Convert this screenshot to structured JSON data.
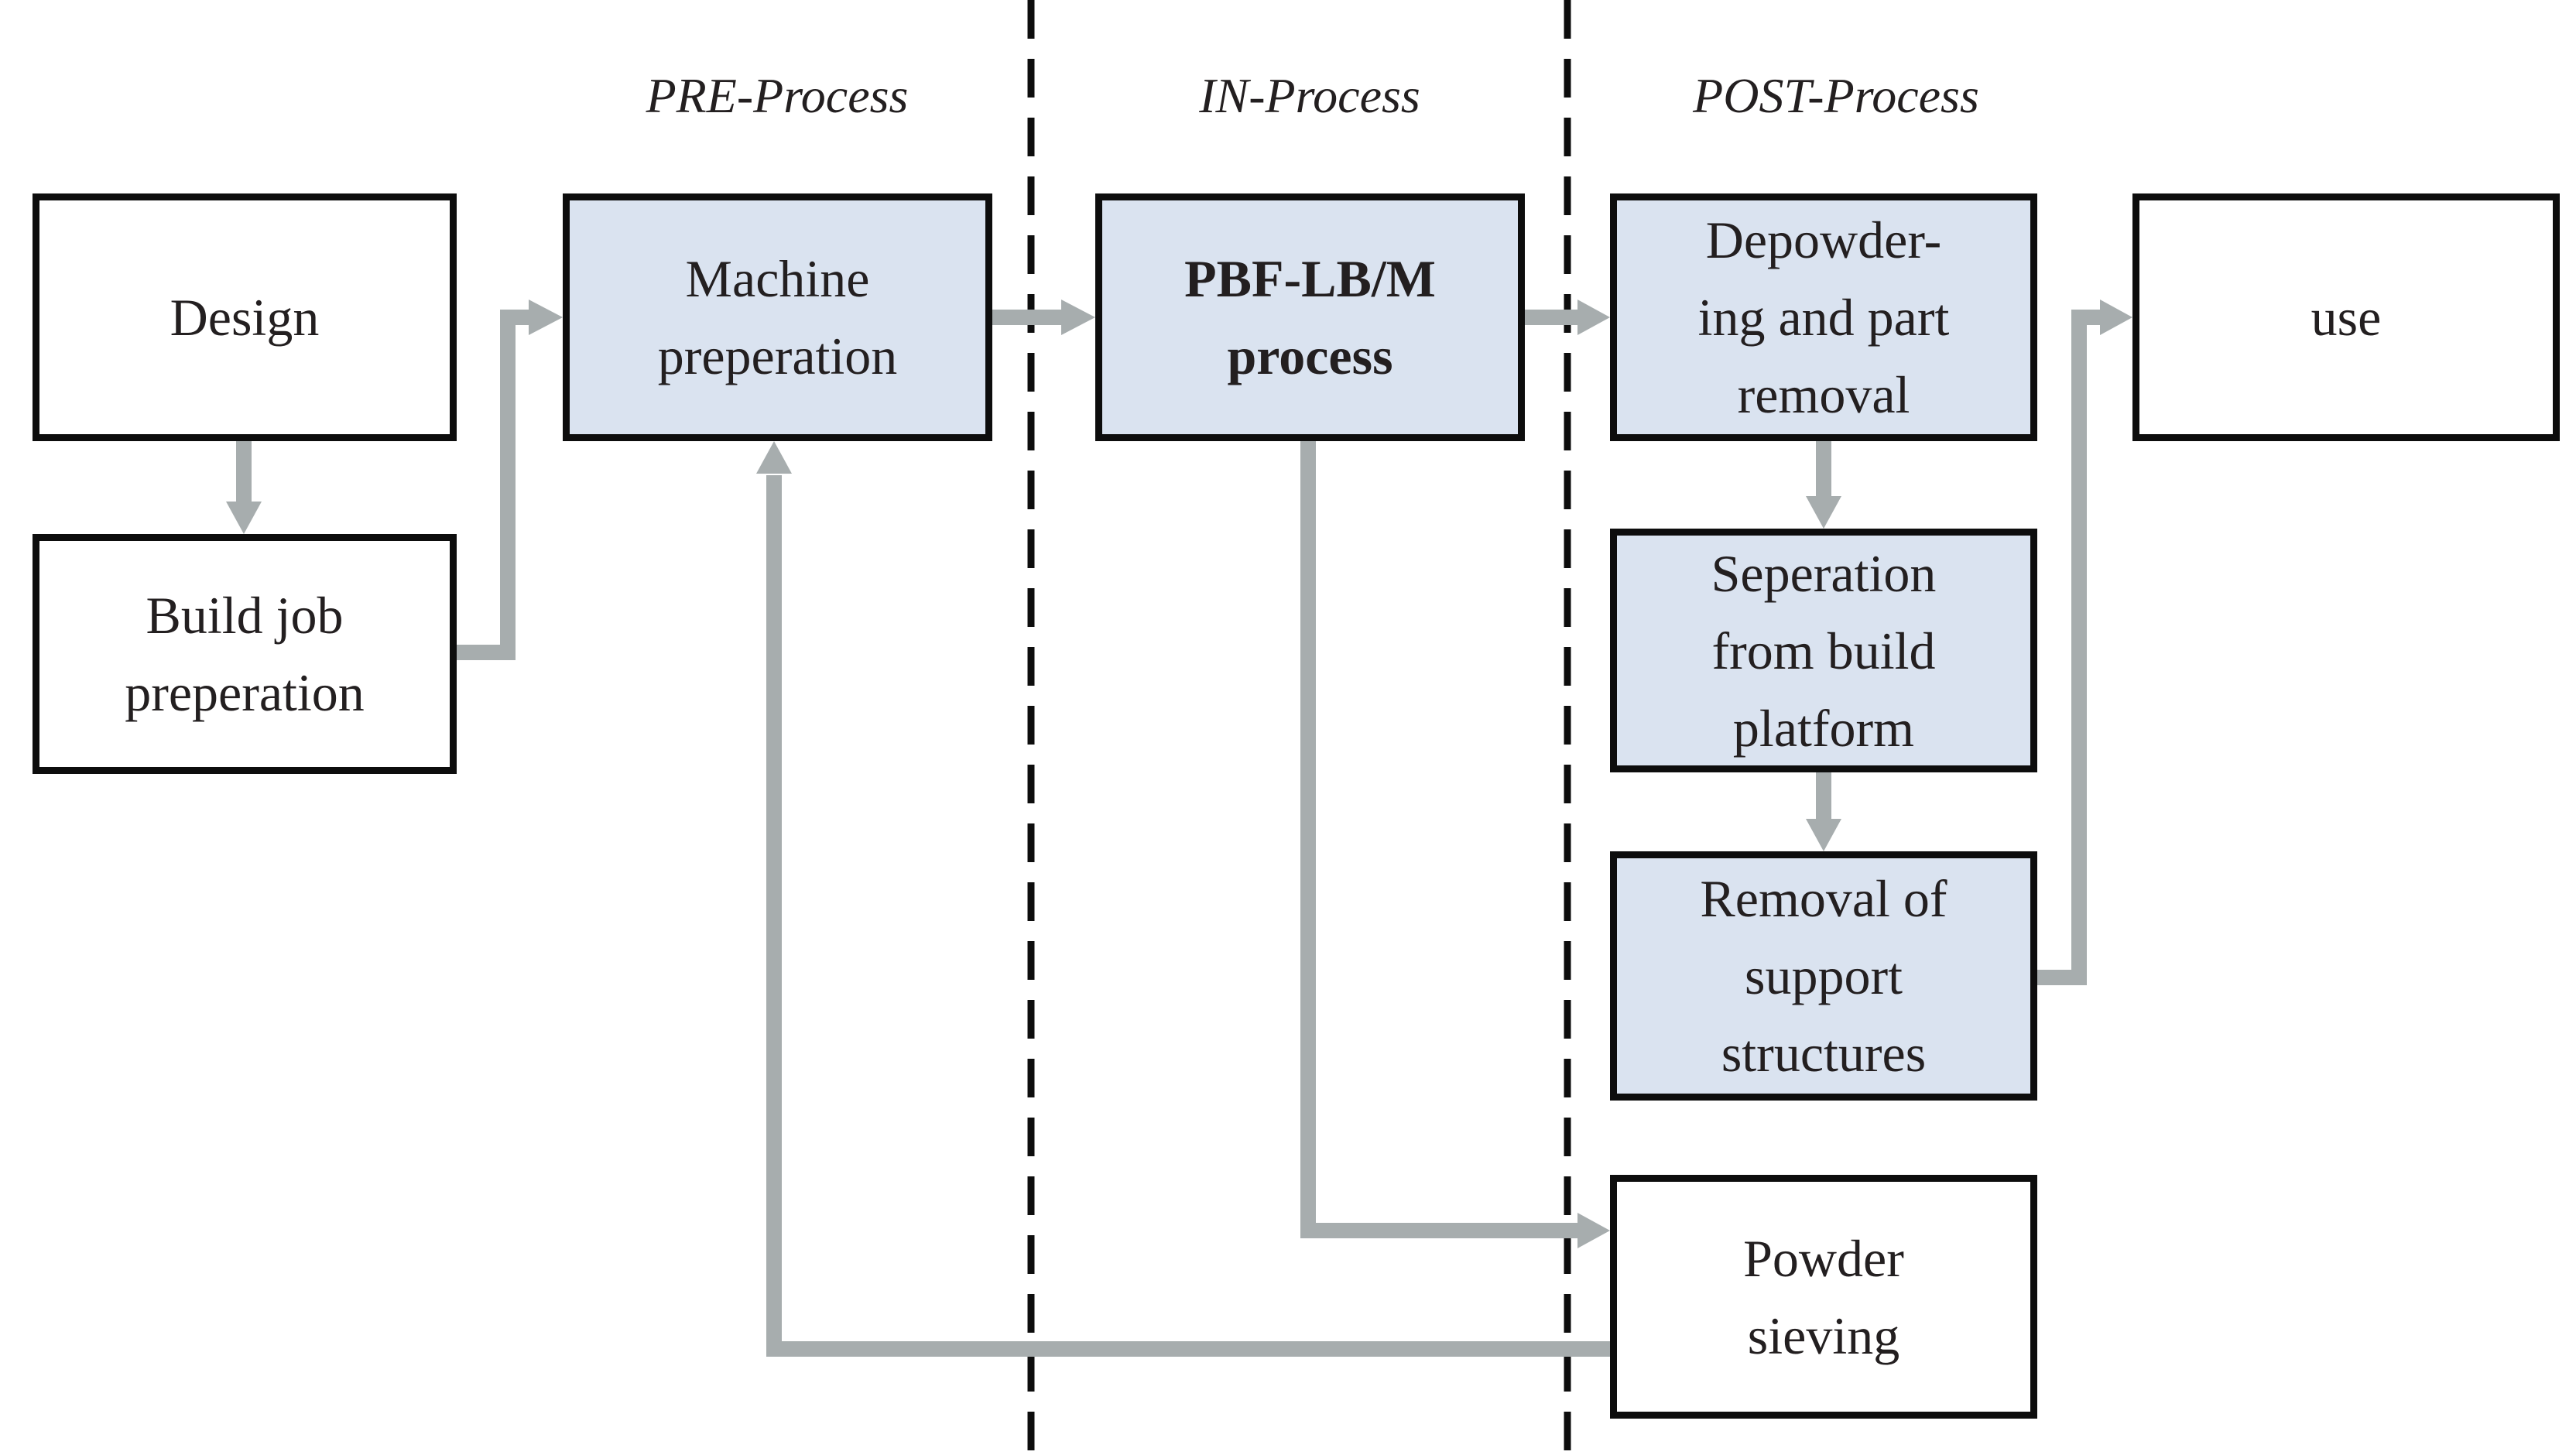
{
  "headers": {
    "pre": "PRE-Process",
    "in": "IN-Process",
    "post": "POST-Process"
  },
  "boxes": {
    "design": {
      "lines": [
        "Design"
      ],
      "fill": "white"
    },
    "build_job": {
      "lines": [
        "Build job",
        "preperation"
      ],
      "fill": "white"
    },
    "machine": {
      "lines": [
        "Machine",
        "preperation"
      ],
      "fill": "blue"
    },
    "pbf": {
      "lines": [
        "PBF-LB/M",
        "process"
      ],
      "fill": "blue",
      "bold": true
    },
    "depowder": {
      "lines": [
        "Depowder-",
        "ing and part",
        "removal"
      ],
      "fill": "blue"
    },
    "use": {
      "lines": [
        "use"
      ],
      "fill": "white"
    },
    "seperation": {
      "lines": [
        "Seperation",
        "from build",
        "platform"
      ],
      "fill": "blue"
    },
    "removal": {
      "lines": [
        "Removal of",
        "support",
        "structures"
      ],
      "fill": "blue"
    },
    "powder_sieving": {
      "lines": [
        "Powder",
        "sieving"
      ],
      "fill": "white"
    }
  },
  "connections": [
    {
      "from": "design",
      "to": "build_job"
    },
    {
      "from": "build_job",
      "to": "machine"
    },
    {
      "from": "machine",
      "to": "pbf"
    },
    {
      "from": "pbf",
      "to": "depowder"
    },
    {
      "from": "depowder",
      "to": "seperation"
    },
    {
      "from": "seperation",
      "to": "removal"
    },
    {
      "from": "removal",
      "to": "use"
    },
    {
      "from": "pbf",
      "to": "powder_sieving"
    },
    {
      "from": "powder_sieving",
      "to": "machine"
    }
  ],
  "colors": {
    "background": "#ffffff",
    "box_fill_blue": "#dae3f0",
    "box_fill_white": "#ffffff",
    "box_border": "#0d0d0d",
    "text": "#231f20",
    "arrow_gray": "#a7adae",
    "divider": "#0d0d0d"
  }
}
